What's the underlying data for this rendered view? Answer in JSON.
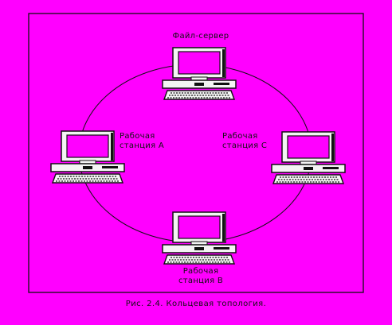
{
  "nodes": {
    "server": {
      "label": "Файл-сервер"
    },
    "station_a": {
      "line1": "Рабочая",
      "line2": "станция А"
    },
    "station_c": {
      "line1": "Рабочая",
      "line2": "станция С"
    },
    "station_b": {
      "line1": "Рабочая",
      "line2": "станция В"
    }
  },
  "caption": "Рис. 2.4. Кольцевая топология.",
  "colors": {
    "background": "#ff00ff",
    "ink": "#111111",
    "screen": "#ff00ff"
  }
}
